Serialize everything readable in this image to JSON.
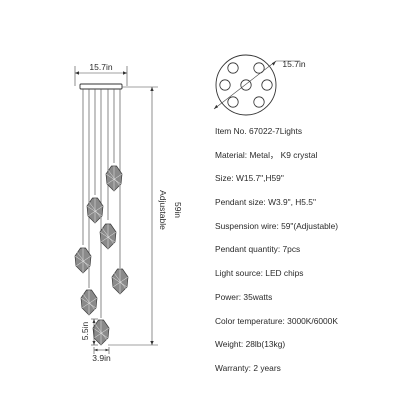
{
  "dimensions": {
    "canopy_width": "15.7in",
    "top_view_width": "15.7in",
    "total_height": "59in",
    "adjustable_label": "Adjustable",
    "pendant_height": "5.5in",
    "pendant_width": "3.9in"
  },
  "top_view": {
    "pendant_count": 7
  },
  "specs": [
    {
      "label": "Item No. ",
      "value": "67022-7Lights"
    },
    {
      "label": "Material: ",
      "value": "Metal， K9 crystal"
    },
    {
      "label": "Size: ",
      "value": "W15.7\",H59\""
    },
    {
      "label": "Pendant size: ",
      "value": "W3.9\", H5.5\""
    },
    {
      "label": "Suspension wire: ",
      "value": "59\"(Adjustable)"
    },
    {
      "label": "Pendant quantity: ",
      "value": "7pcs"
    },
    {
      "label": "Light source: ",
      "value": " LED chips"
    },
    {
      "label": "Power: ",
      "value": "35watts"
    },
    {
      "label": "Color temperature: ",
      "value": "3000K/6000K"
    },
    {
      "label": "Weight: ",
      "value": "28lb(13kg)"
    },
    {
      "label": "Warranty: ",
      "value": "2 years"
    }
  ],
  "colors": {
    "line": "#333333",
    "crystal": "#8a8a8a",
    "text": "#2a2a2a"
  }
}
